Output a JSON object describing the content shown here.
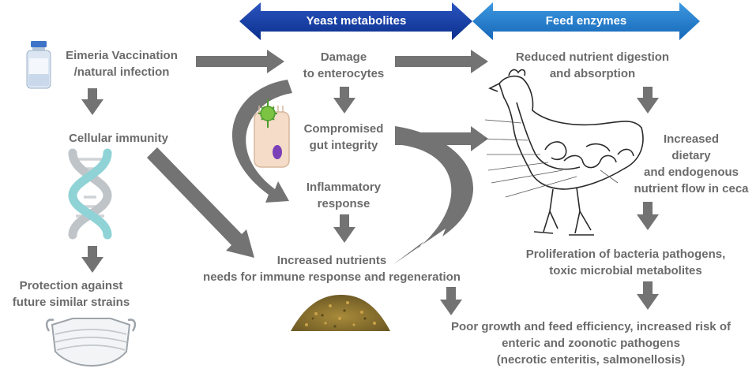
{
  "banners": {
    "yeast": "Yeast metabolites",
    "feed": "Feed enzymes"
  },
  "colors": {
    "yeast_banner": "#0b2f8c",
    "feed_banner": "#1a78c8",
    "text": "#6b6b6b",
    "arrow": "#737373"
  },
  "nodes": {
    "eimeria": [
      "Eimeria Vaccination",
      "/natural infection"
    ],
    "cellular": "Cellular immunity",
    "protection": [
      "Protection against",
      "future similar strains"
    ],
    "damage": [
      "Damage",
      "to enterocytes"
    ],
    "compromised": [
      "Compromised",
      "gut integrity"
    ],
    "inflammatory": [
      "Inflammatory",
      "response"
    ],
    "increased_nutrients": [
      "Increased nutrients",
      "needs for immune response and regeneration"
    ],
    "reduced": [
      "Reduced  nutrient digestion",
      "and absorption"
    ],
    "increased_dietary": [
      "Increased",
      "dietary",
      "and endogenous",
      "nutrient flow in ceca"
    ],
    "proliferation": [
      "Proliferation of bacteria pathogens,",
      "toxic microbial metabolites"
    ],
    "poor_growth": [
      "Poor growth and feed efficiency, increased risk of",
      "enteric and zoonotic pathogens",
      "(necrotic enteritis, salmonellosis)"
    ]
  },
  "icons": [
    "vaccine-vial-icon",
    "dna-helix-icon",
    "face-mask-icon",
    "enterocyte-virus-icon",
    "feed-grain-pile-icon",
    "chicken-anatomy-icon"
  ]
}
